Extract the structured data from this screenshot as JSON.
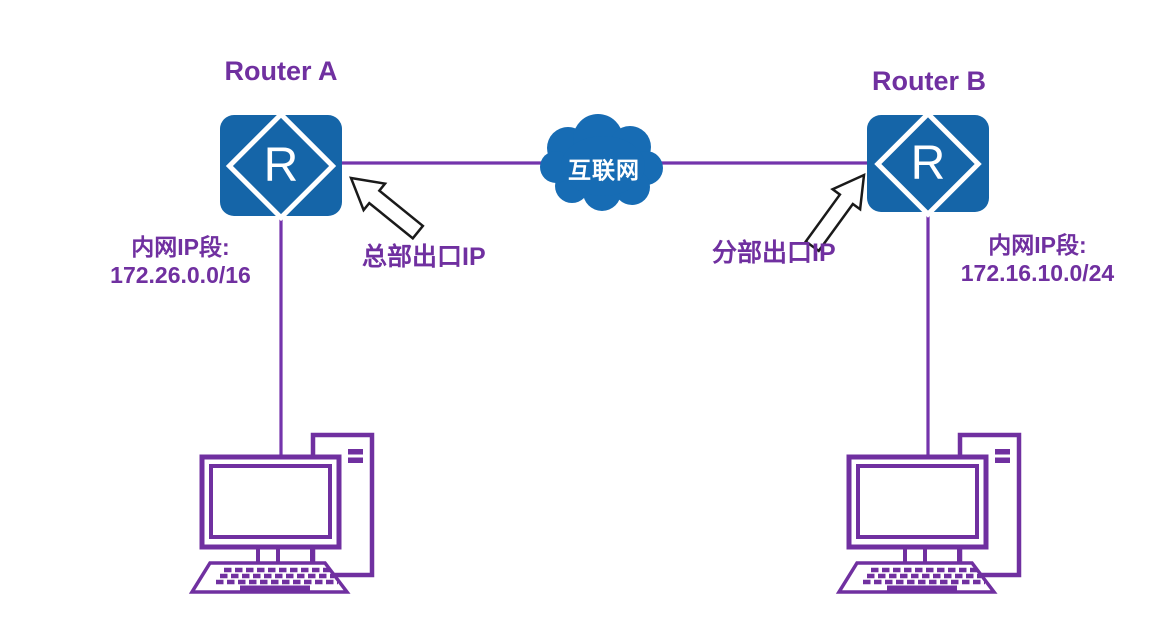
{
  "diagram": {
    "title": "site-to-site-vpn-topology",
    "router_a": {
      "label": "Router A",
      "icon_letter": "R"
    },
    "router_b": {
      "label": "Router B",
      "icon_letter": "R"
    },
    "cloud": {
      "label": "互联网"
    },
    "left_network": {
      "text": "内网IP段:\n172.26.0.0/16"
    },
    "right_network": {
      "text": "内网IP段:\n172.16.10.0/24"
    },
    "hq_exit_label": "总部出口IP",
    "branch_exit_label": "分部出口IP",
    "colors": {
      "purple": "#7030a0",
      "line_purple": "#7434ac",
      "router_blue": "#1565a8",
      "cloud_blue": "#176cb4",
      "arrow_outline": "#1a1a1a"
    }
  }
}
